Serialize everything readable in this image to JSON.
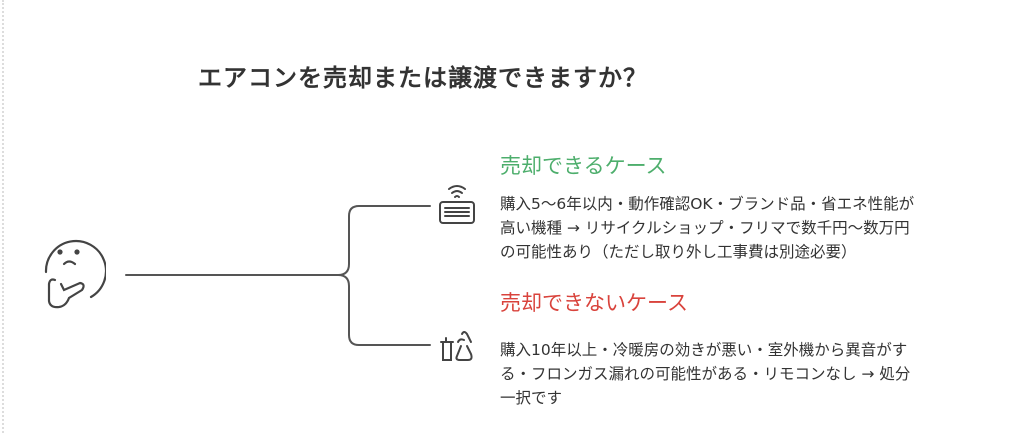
{
  "title": "エアコンを売却または譲渡できますか？",
  "branches": [
    {
      "heading": "売却できるケース",
      "icon": "air-conditioner-icon",
      "color": "#4dae6c",
      "text": "購入5〜6年以内・動作確認OK・ブランド品・省エネ性能が高い機種 → リサイクルショップ・フリマで数千円〜数万円の可能性あり（ただし取り外し工事費は別途必要）"
    },
    {
      "heading": "売却できないケース",
      "icon": "trash-recycle-icon",
      "color": "#d9433c",
      "text": "購入10年以上・冷暖房の効きが悪い・室外機から異音がする・フロンガス漏れの可能性がある・リモコンなし → 処分一択です"
    }
  ]
}
